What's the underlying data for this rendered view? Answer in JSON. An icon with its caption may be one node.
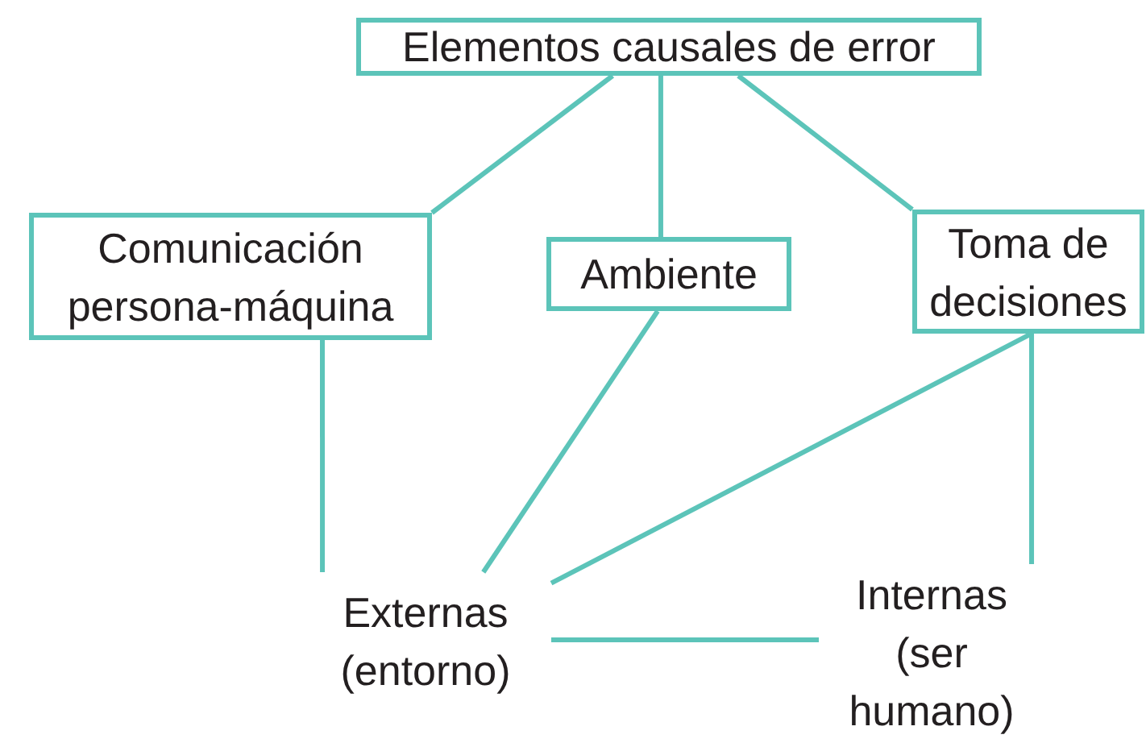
{
  "diagram": {
    "nodes": [
      {
        "text": [
          "Elementos causales de error"
        ]
      },
      {
        "text": [
          "Comunicación persona-máquina"
        ]
      },
      {
        "text": [
          "Ambiente"
        ]
      },
      {
        "text": [
          "Toma de decisiones"
        ]
      },
      {
        "text": [
          "Externas (entorno)"
        ]
      },
      {
        "text": [
          "Internas (ser humano)"
        ]
      }
    ],
    "edges": [
      {
        "from": 0,
        "to": 1,
        "arrow": "none"
      },
      {
        "from": 0,
        "to": 2,
        "arrow": "none"
      },
      {
        "from": 0,
        "to": 3,
        "arrow": "none"
      },
      {
        "from": 1,
        "to": 4,
        "arrow": "none"
      },
      {
        "from": 2,
        "to": 4,
        "arrow": "none"
      },
      {
        "from": 3,
        "to": 4,
        "arrow": "none"
      },
      {
        "from": 3,
        "to": 5,
        "arrow": "none"
      },
      {
        "from": 4,
        "to": 5,
        "arrow": "none"
      }
    ]
  }
}
